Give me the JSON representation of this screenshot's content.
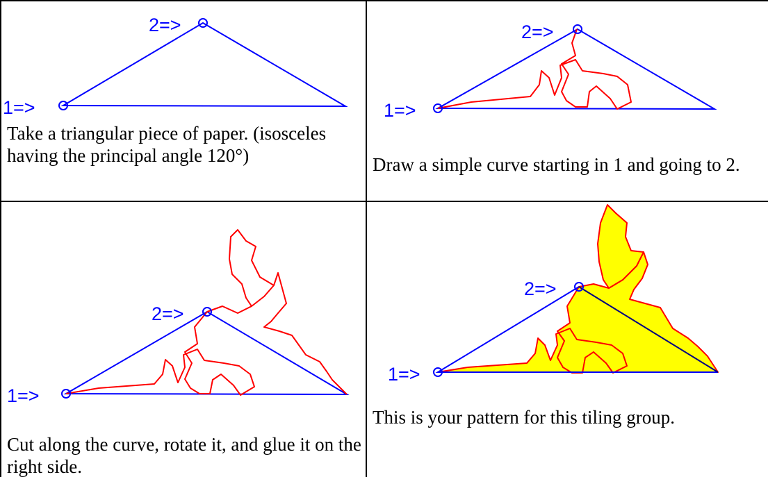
{
  "panels": [
    {
      "caption": "Take a triangular piece of paper. (isosceles having the principal angle 120°)",
      "point_1_label": "1=>",
      "point_2_label": "2=>"
    },
    {
      "caption": "Draw a simple curve starting in 1 and going to 2.",
      "point_1_label": "1=>",
      "point_2_label": "2=>"
    },
    {
      "caption": "Cut along the curve, rotate it,  and glue it on the right  side.",
      "point_1_label": "1=>",
      "point_2_label": "2=>"
    },
    {
      "caption": "This is your pattern for this tiling group.",
      "point_1_label": "1=>",
      "point_2_label": "2=>"
    }
  ],
  "colors": {
    "triangle": "#0000ff",
    "curve": "#ff0000",
    "fill": "#ffff00",
    "grid": "#000000"
  }
}
